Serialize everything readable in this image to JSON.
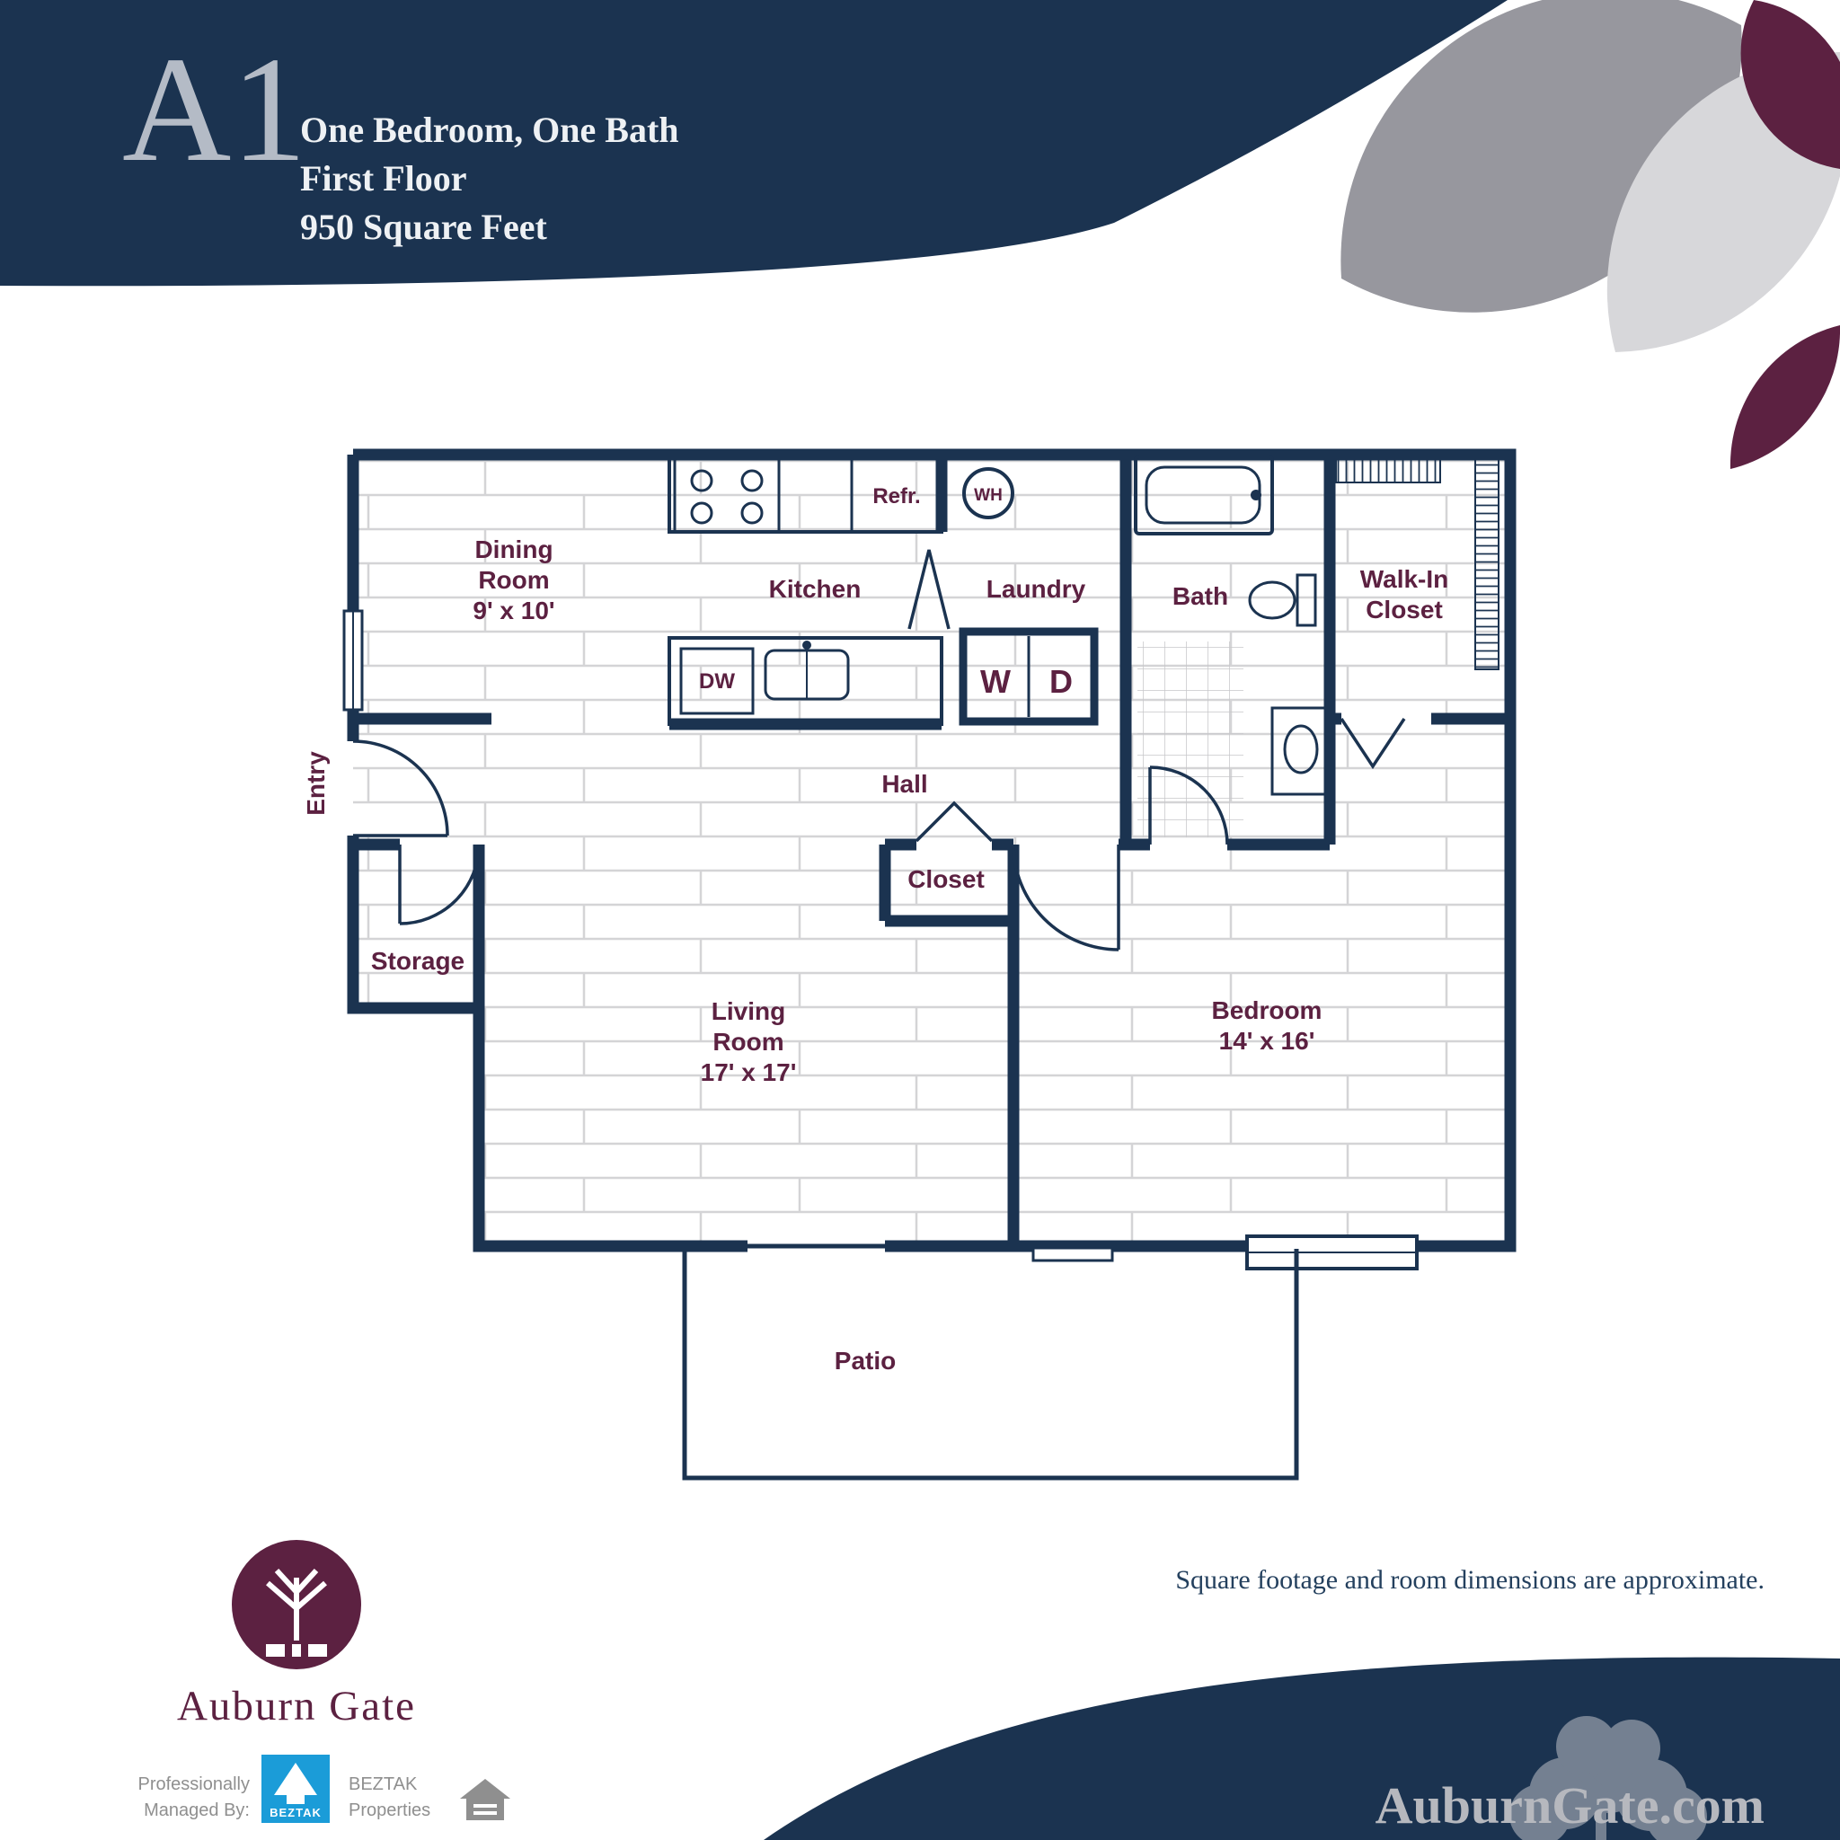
{
  "header": {
    "plan_code": "A1",
    "lines": [
      "One Bedroom, One Bath",
      "First Floor",
      "950 Square Feet"
    ]
  },
  "floorplan": {
    "rooms": {
      "dining": {
        "name": "Dining Room",
        "dims": "9' x 10'"
      },
      "kitchen": {
        "name": "Kitchen",
        "dims": ""
      },
      "laundry": {
        "name": "Laundry",
        "dims": ""
      },
      "bath": {
        "name": "Bath",
        "dims": ""
      },
      "walk_in_closet": {
        "name": "Walk-In Closet",
        "dims": ""
      },
      "entry": {
        "name": "Entry",
        "dims": ""
      },
      "hall": {
        "name": "Hall",
        "dims": ""
      },
      "closet": {
        "name": "Closet",
        "dims": ""
      },
      "storage": {
        "name": "Storage",
        "dims": ""
      },
      "living": {
        "name": "Living Room",
        "dims": "17' x 17'"
      },
      "bedroom": {
        "name": "Bedroom",
        "dims": "14' x 16'"
      },
      "patio": {
        "name": "Patio",
        "dims": ""
      }
    },
    "fixtures": {
      "refrigerator": "Refr.",
      "dishwasher": "DW",
      "washer": "W",
      "dryer": "D",
      "water_heater": "WH"
    }
  },
  "footer": {
    "disclaimer": "Square footage and room dimensions are approximate.",
    "brand_name": "Auburn Gate",
    "managed_by_label": "Professionally Managed By:",
    "beztak_logo_text": "BEZTAK",
    "beztak_company": "BEZTAK Properties",
    "website": "AuburnGate.com"
  },
  "colors": {
    "navy": "#1b3350",
    "maroon": "#5c2141",
    "beztak_blue": "#1b9cd8",
    "petal_gray": "#97979e",
    "petal_light_gray": "#d7d7da",
    "silver": "#b6b8be"
  }
}
